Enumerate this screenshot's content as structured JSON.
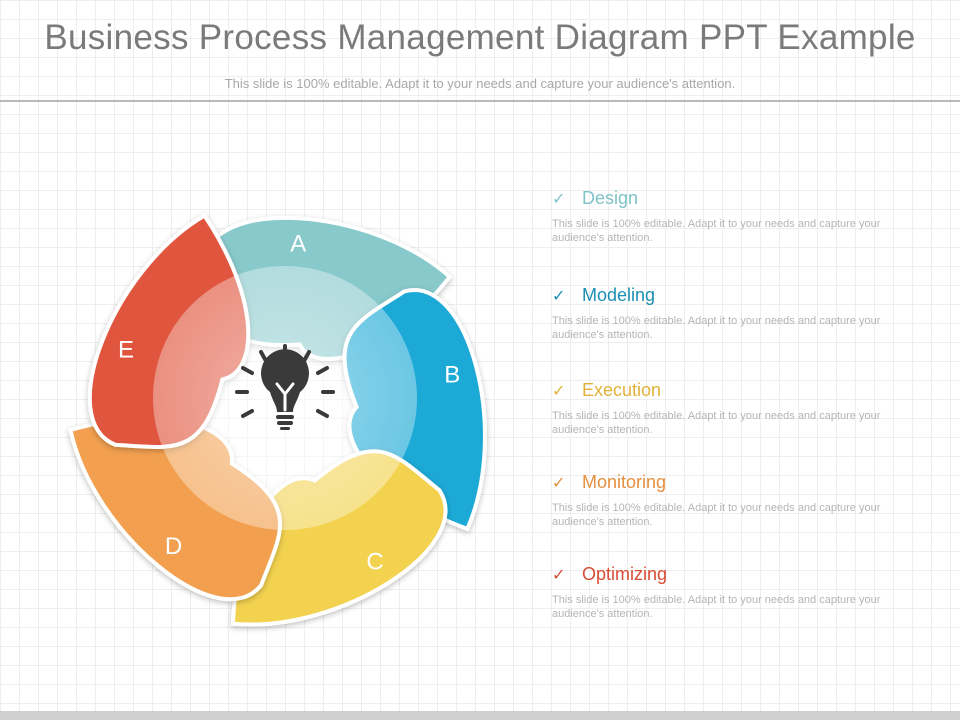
{
  "header": {
    "title": "Business Process Management Diagram PPT Example",
    "subtitle": "This slide is 100% editable. Adapt it to your needs and capture your audience's attention."
  },
  "diagram": {
    "segments": [
      {
        "label": "A",
        "color": "#88c9cc"
      },
      {
        "label": "B",
        "color": "#1fa9d6"
      },
      {
        "label": "C",
        "color": "#f3d24f"
      },
      {
        "label": "D",
        "color": "#f2a04f"
      },
      {
        "label": "E",
        "color": "#e0543c"
      }
    ],
    "center_icon": "lightbulb-icon"
  },
  "list": {
    "items": [
      {
        "title": "Design",
        "color": "#7fc3c8",
        "text": "This slide is 100% editable. Adapt it to your needs and capture your audience's attention."
      },
      {
        "title": "Modeling",
        "color": "#1b8fb4",
        "text": "This slide is 100% editable. Adapt it to your needs and capture your audience's attention."
      },
      {
        "title": "Execution",
        "color": "#e1b23a",
        "text": "This slide is 100% editable. Adapt it to your needs and capture your audience's attention."
      },
      {
        "title": "Monitoring",
        "color": "#e68f3f",
        "text": "This slide is 100% editable. Adapt it to your needs and capture your audience's attention."
      },
      {
        "title": "Optimizing",
        "color": "#d84c35",
        "text": "This slide is 100% editable. Adapt it to your needs and capture your audience's attention."
      }
    ],
    "check_icon": "checkmark-icon"
  }
}
